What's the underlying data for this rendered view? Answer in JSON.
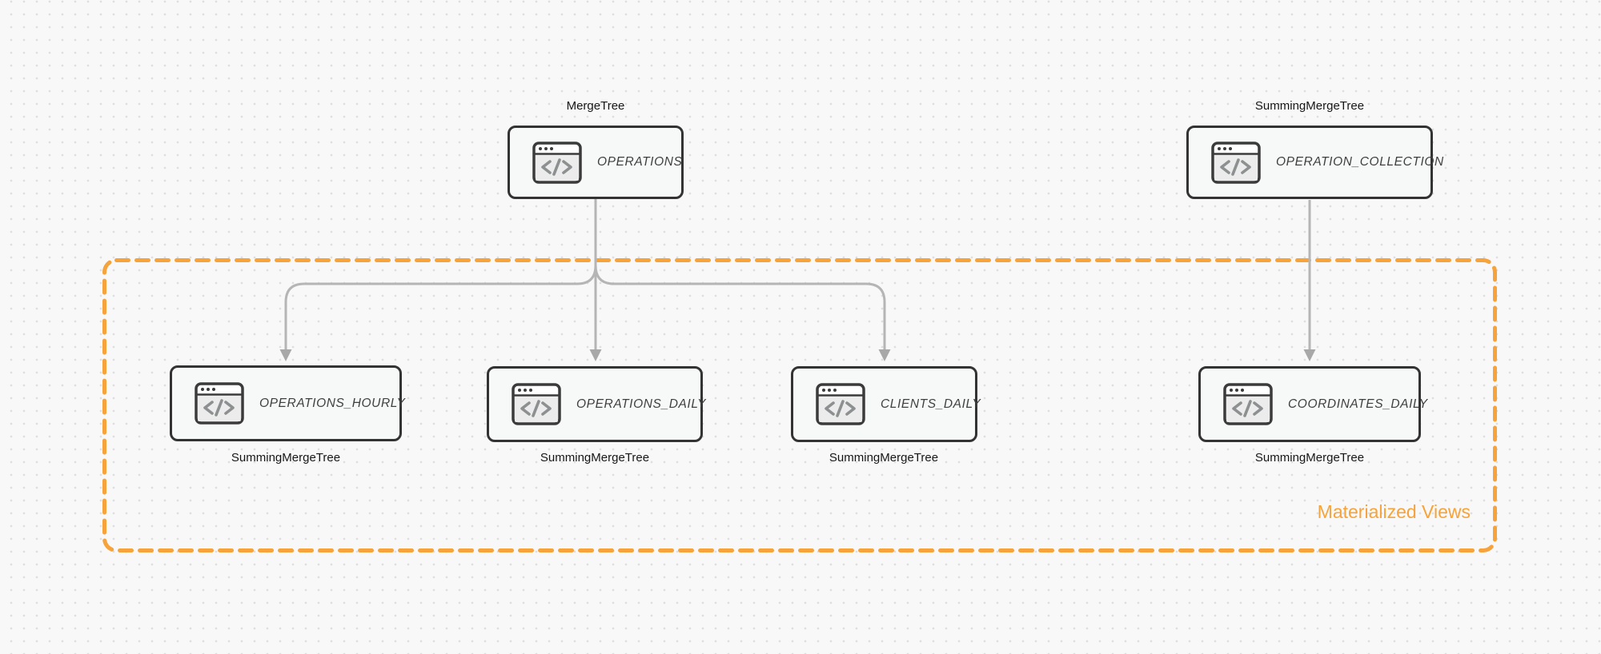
{
  "canvas": {
    "background_color": "#f8f8f8",
    "dot_color": "#dedede"
  },
  "diagram": {
    "tables": [
      {
        "label": "OPERATIONS",
        "engine": "MergeTree",
        "engine_label_position": "top",
        "icon": "code-window-icon"
      },
      {
        "label": "OPERATION_COLLECTION",
        "engine": "SummingMergeTree",
        "engine_label_position": "top",
        "icon": "code-window-icon"
      },
      {
        "label": "OPERATIONS_HOURLY",
        "engine": "SummingMergeTree",
        "engine_label_position": "bottom",
        "icon": "code-window-icon"
      },
      {
        "label": "OPERATIONS_DAILY",
        "engine": "SummingMergeTree",
        "engine_label_position": "bottom",
        "icon": "code-window-icon"
      },
      {
        "label": "CLIENTS_DAILY",
        "engine": "SummingMergeTree",
        "engine_label_position": "bottom",
        "icon": "code-window-icon"
      },
      {
        "label": "COORDINATES_DAILY",
        "engine": "SummingMergeTree",
        "engine_label_position": "bottom",
        "icon": "code-window-icon"
      }
    ],
    "edges": [
      {
        "from": "OPERATIONS",
        "to": "OPERATIONS_HOURLY"
      },
      {
        "from": "OPERATIONS",
        "to": "OPERATIONS_DAILY"
      },
      {
        "from": "OPERATIONS",
        "to": "CLIENTS_DAILY"
      },
      {
        "from": "OPERATION_COLLECTION",
        "to": "COORDINATES_DAILY"
      }
    ],
    "group": {
      "label": "Materialized Views",
      "border_color": "#F6A33B",
      "label_color": "#F6A33B"
    },
    "colors": {
      "edge": "#b5b5b5",
      "arrowhead": "#a8a8a8",
      "node_border": "#333333",
      "node_fill": "#f7f8f8",
      "node_text": "#3f3f3f",
      "engine_text": "#161616"
    }
  }
}
